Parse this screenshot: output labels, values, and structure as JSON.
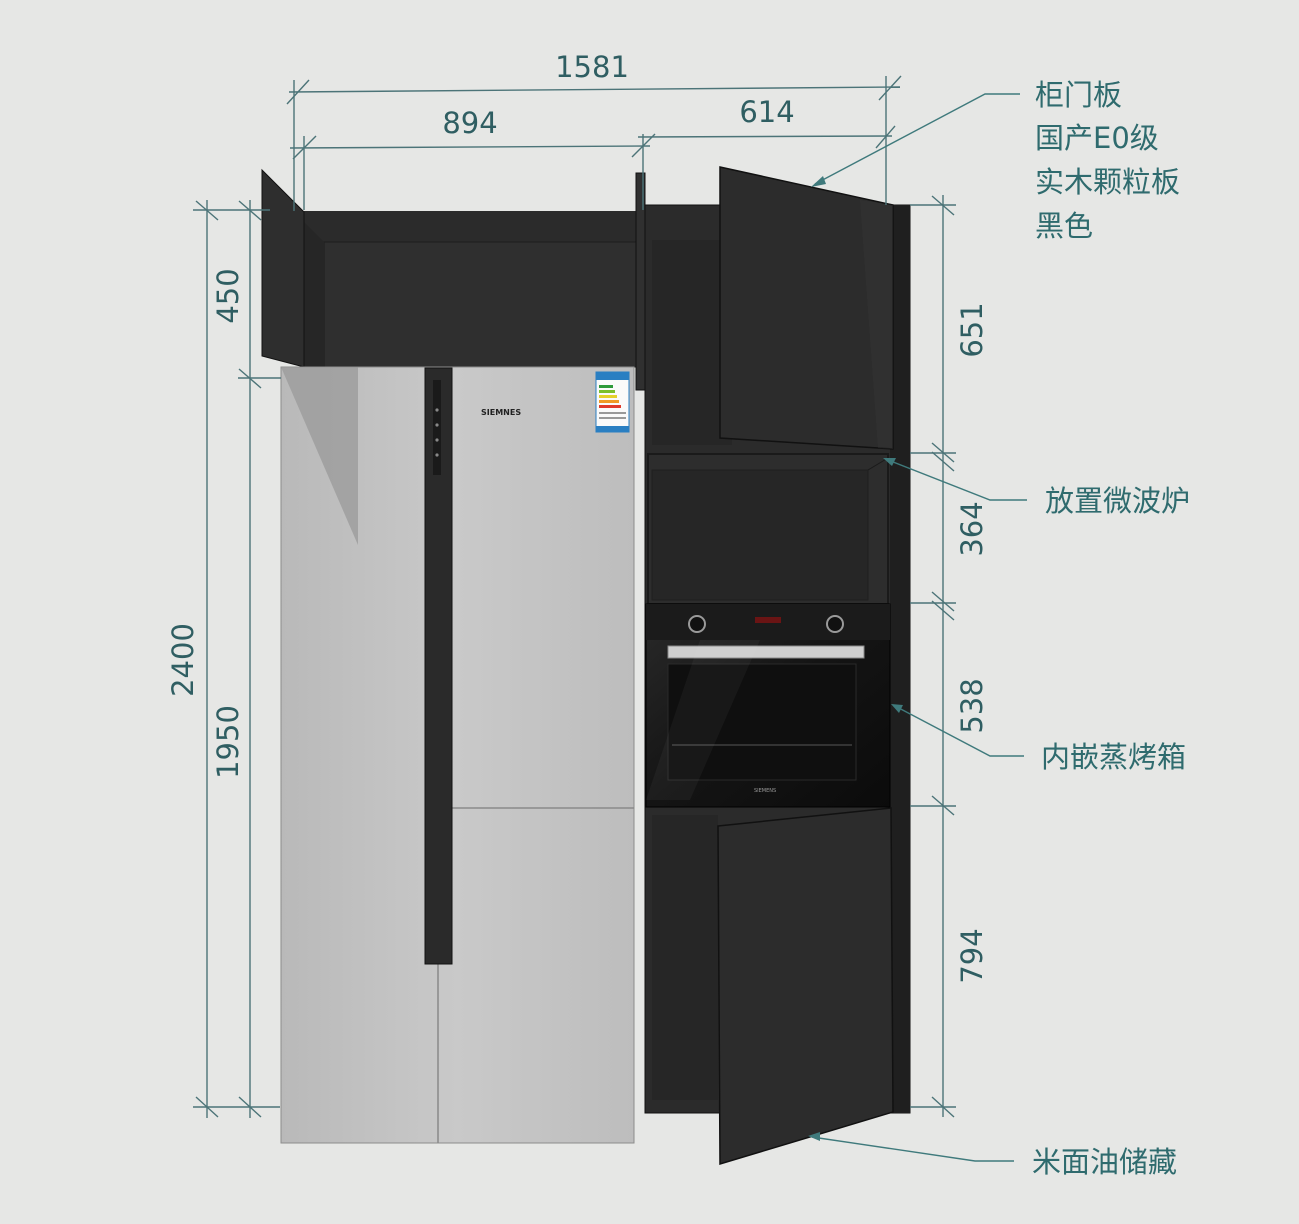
{
  "dimensions": {
    "total_width": "1581",
    "fridge_width": "894",
    "cabinet_width": "614",
    "top_cabinet_height": "450",
    "total_height": "2400",
    "fridge_height": "1950",
    "upper_door_height": "651",
    "microwave_height": "364",
    "oven_height": "538",
    "lower_door_height": "794"
  },
  "annotations": {
    "door_panel": [
      "柜门板",
      "国产E0级",
      "实木颗粒板",
      "黑色"
    ],
    "microwave": "放置微波炉",
    "oven": "内嵌蒸烤箱",
    "storage": "米面油储藏"
  },
  "appliances": {
    "fridge_brand": "SIEMNES",
    "oven_brand": "SIEMENS"
  },
  "colors": {
    "background": "#e6e7e5",
    "cabinet": "#2b2b2b",
    "fridge": "#c4c4c4",
    "annotation": "#2f6b6e"
  }
}
